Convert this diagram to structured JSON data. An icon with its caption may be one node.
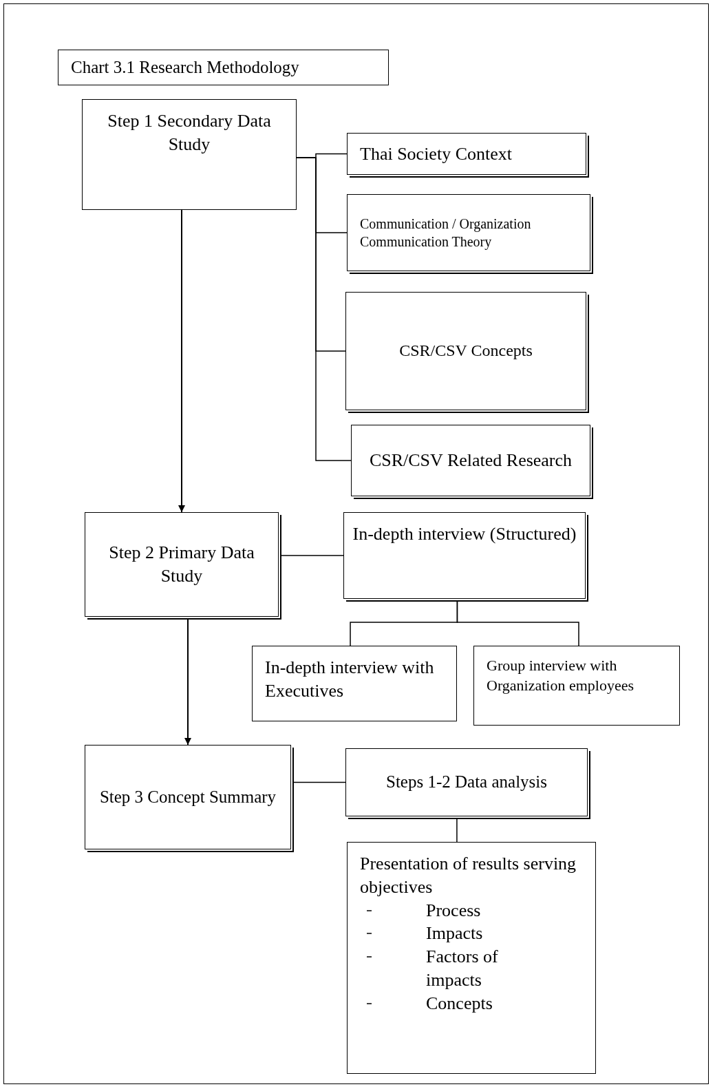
{
  "diagram": {
    "nodes": [
      {
        "text": [
          "Chart 3.1 Research Methodology"
        ]
      },
      {
        "text": [
          "Step 1 Secondary Data Study"
        ]
      },
      {
        "text": [
          "Thai Society Context"
        ]
      },
      {
        "text": [
          "Communication / Organization Communication Theory"
        ]
      },
      {
        "text": [
          "CSR/CSV Concepts"
        ]
      },
      {
        "text": [
          "CSR/CSV Related Research"
        ]
      },
      {
        "text": [
          "Step 2 Primary Data Study"
        ]
      },
      {
        "text": [
          "In-depth interview (Structured)"
        ]
      },
      {
        "text": [
          "In-depth interview with Executives"
        ]
      },
      {
        "text": [
          "Group interview with Organization employees"
        ]
      },
      {
        "text": [
          "Step 3 Concept Summary"
        ]
      },
      {
        "text": [
          "Steps 1-2 Data analysis"
        ]
      },
      {
        "text": [
          "Presentation of results serving objectives",
          "Process",
          "Impacts",
          "Factors of impacts",
          "Concepts"
        ]
      }
    ],
    "edges": [
      {
        "from": 1,
        "to": 6,
        "arrow": "to"
      },
      {
        "from": 6,
        "to": 10,
        "arrow": "to"
      },
      {
        "from": 1,
        "to": 2,
        "arrow": "none"
      },
      {
        "from": 1,
        "to": 3,
        "arrow": "none"
      },
      {
        "from": 1,
        "to": 4,
        "arrow": "none"
      },
      {
        "from": 1,
        "to": 5,
        "arrow": "none"
      },
      {
        "from": 6,
        "to": 7,
        "arrow": "none"
      },
      {
        "from": 7,
        "to": 8,
        "arrow": "none"
      },
      {
        "from": 7,
        "to": 9,
        "arrow": "none"
      },
      {
        "from": 10,
        "to": 11,
        "arrow": "none"
      },
      {
        "from": 11,
        "to": 12,
        "arrow": "none"
      }
    ]
  }
}
